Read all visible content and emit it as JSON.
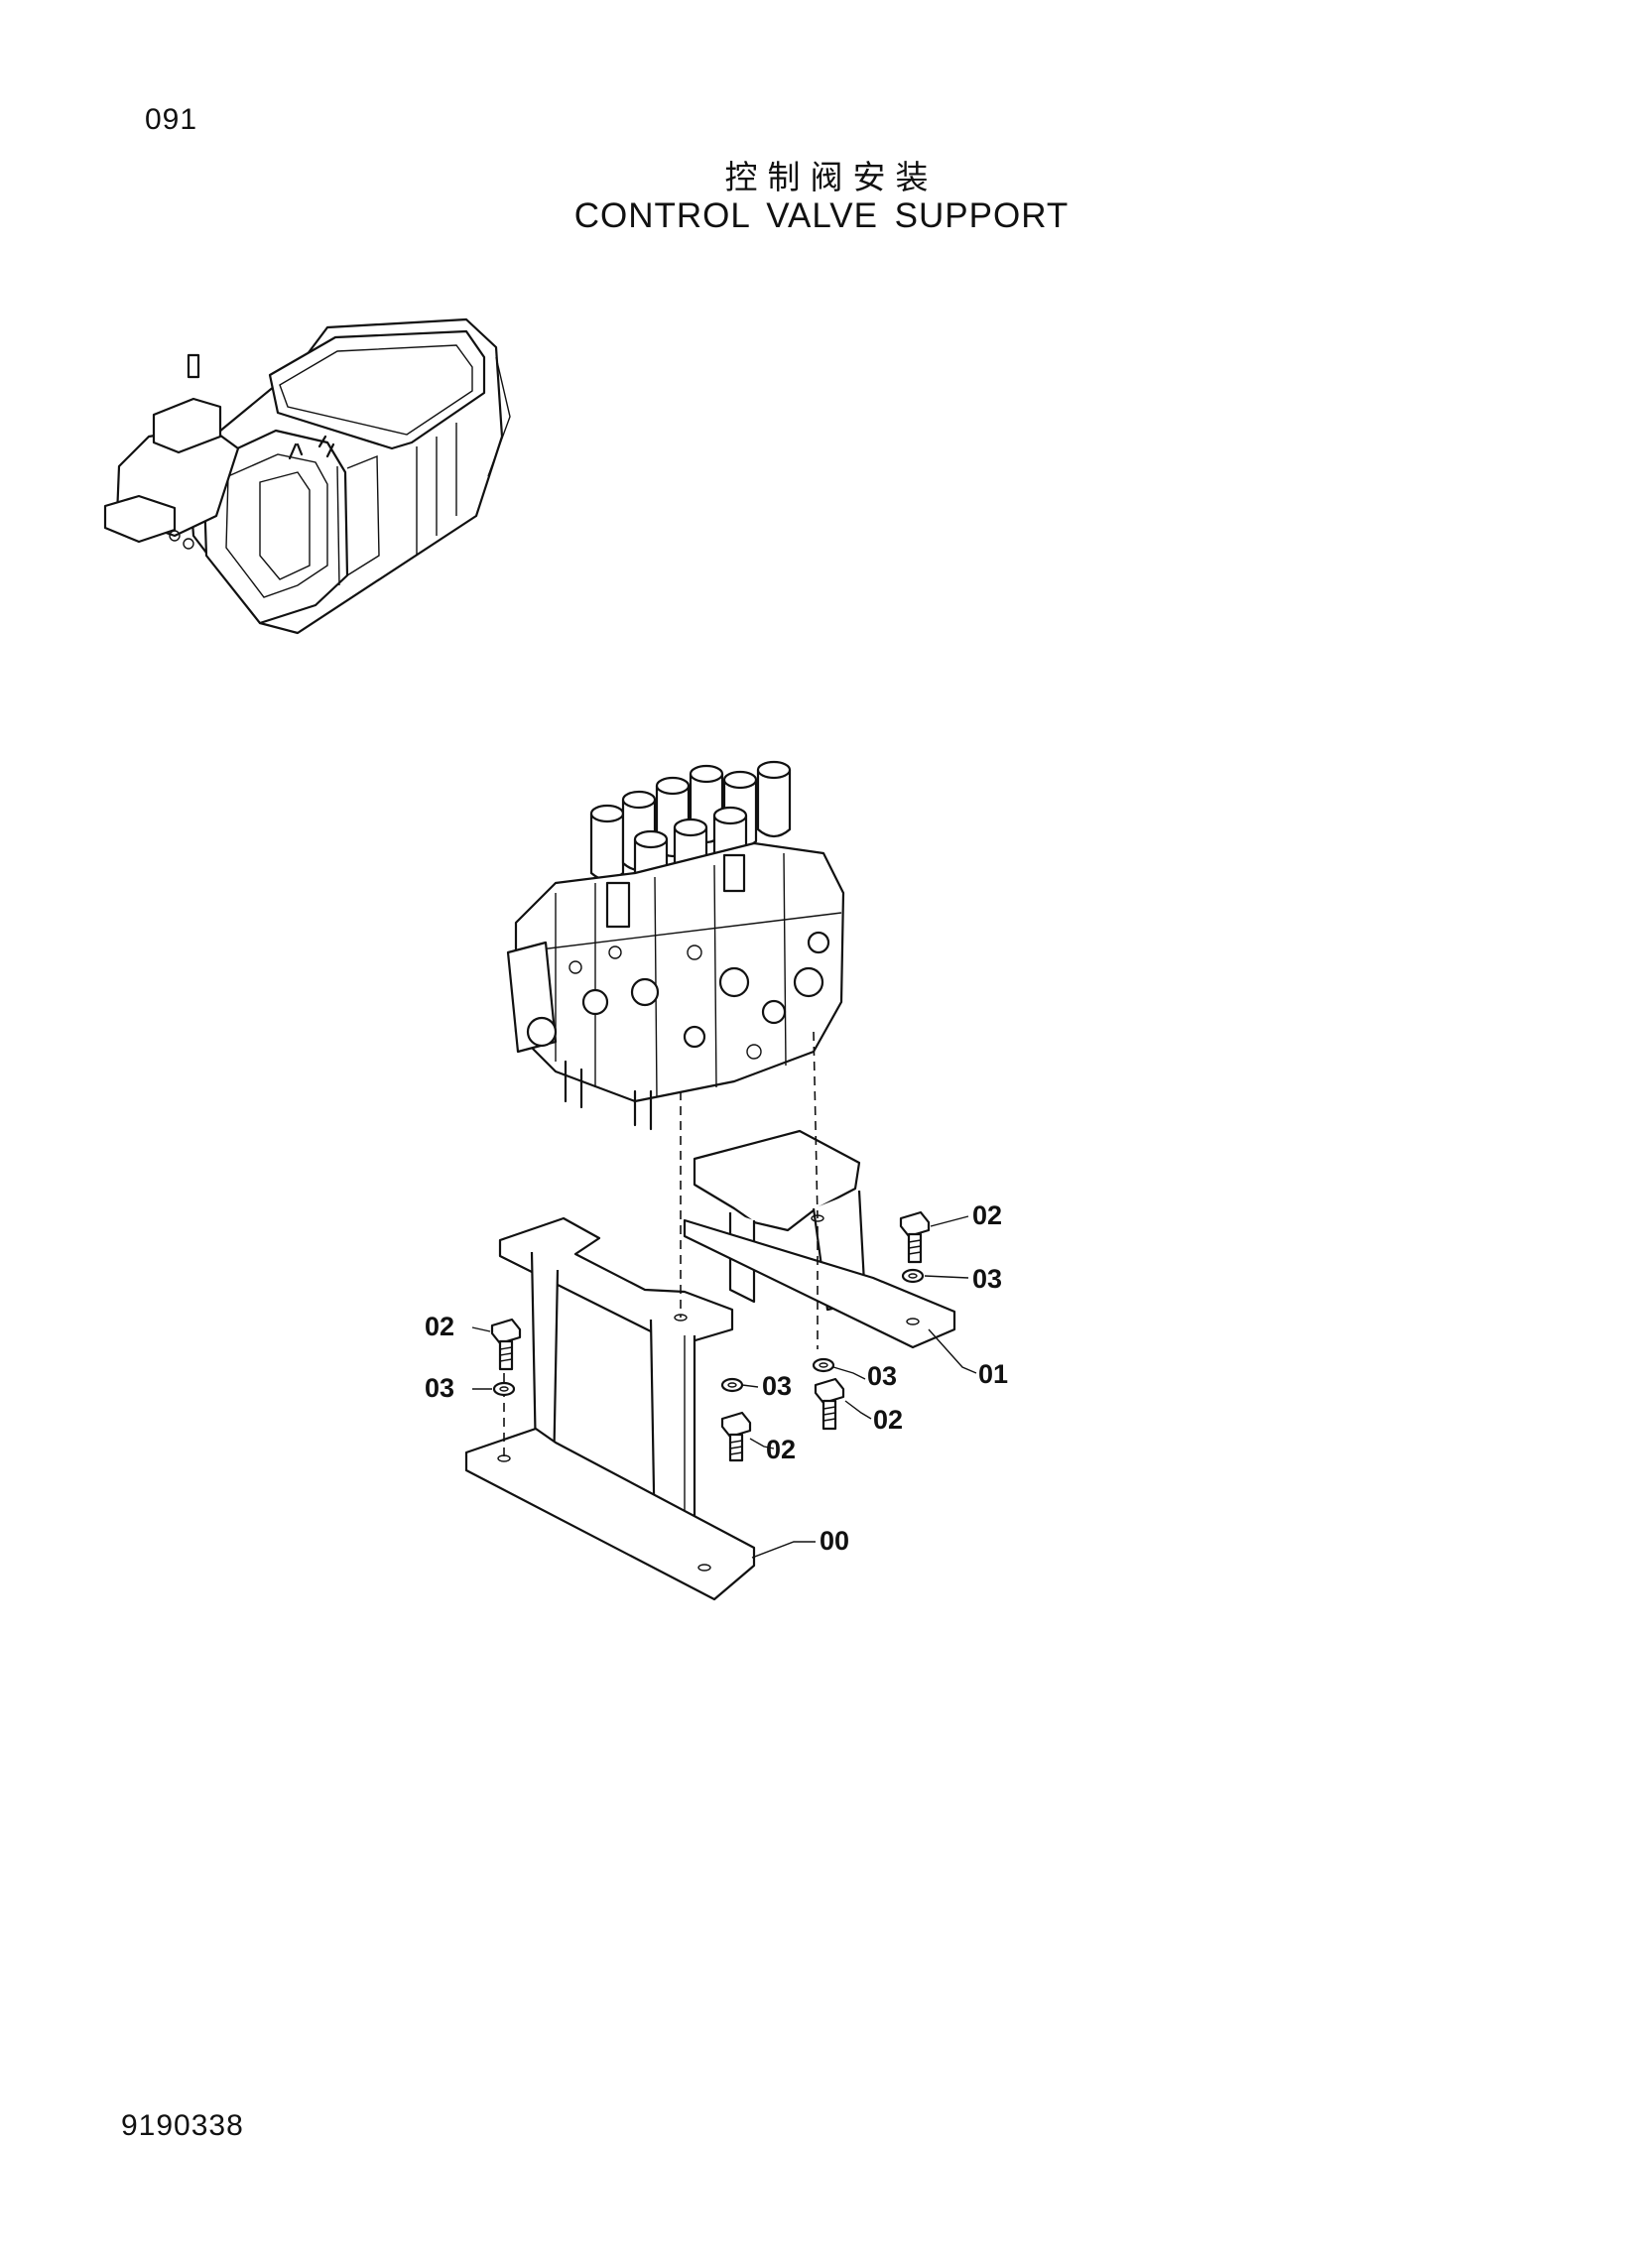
{
  "page_number": "091",
  "title_cn": "控制阀安装",
  "title_en": "CONTROL VALVE SUPPORT",
  "drawing_code": "9190338",
  "callouts": {
    "c00": "00",
    "c01": "01",
    "c02_a": "02",
    "c02_b": "02",
    "c02_c": "02",
    "c02_d": "02",
    "c03_a": "03",
    "c03_b": "03",
    "c03_c": "03",
    "c03_d": "03"
  }
}
